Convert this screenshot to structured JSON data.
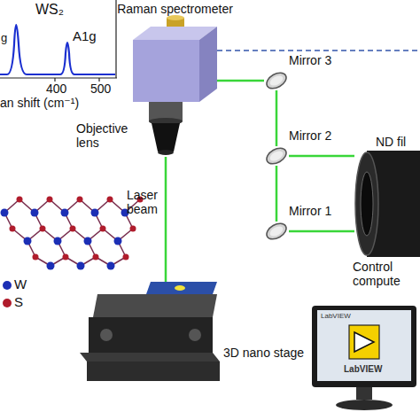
{
  "diagram": {
    "nodes": [
      {
        "text": [
          "Raman spectrometer"
        ]
      },
      {
        "text": [
          "Objective lens"
        ]
      },
      {
        "text": [
          "3D nano stage"
        ]
      },
      {
        "text": [
          "Mirror 3"
        ]
      },
      {
        "text": [
          "Mirror 2"
        ]
      },
      {
        "text": [
          "Mirror 1"
        ]
      },
      {
        "text": [
          "ND fil"
        ]
      },
      {
        "text": [
          "Control compute",
          "LabVIEW",
          "LabVIEW"
        ]
      }
    ],
    "edges": [
      {
        "from": 1,
        "to": 2,
        "arrow": "none",
        "label": "Laser beam"
      },
      {
        "from": 6,
        "to": 5,
        "arrow": "none"
      },
      {
        "from": 5,
        "to": 4,
        "arrow": "none"
      },
      {
        "from": 4,
        "to": 3,
        "arrow": "none"
      },
      {
        "from": 3,
        "to": 0,
        "arrow": "none"
      },
      {
        "from": 4,
        "to": 6,
        "arrow": "none"
      }
    ],
    "labels": [
      "g",
      "WS₂",
      "A1g",
      "400",
      "500",
      "an shift (cm⁻¹)"
    ],
    "legend": [
      {
        "text": "W",
        "color": "#1c2fb5"
      },
      {
        "text": "S",
        "color": "#b01c2c"
      }
    ]
  }
}
